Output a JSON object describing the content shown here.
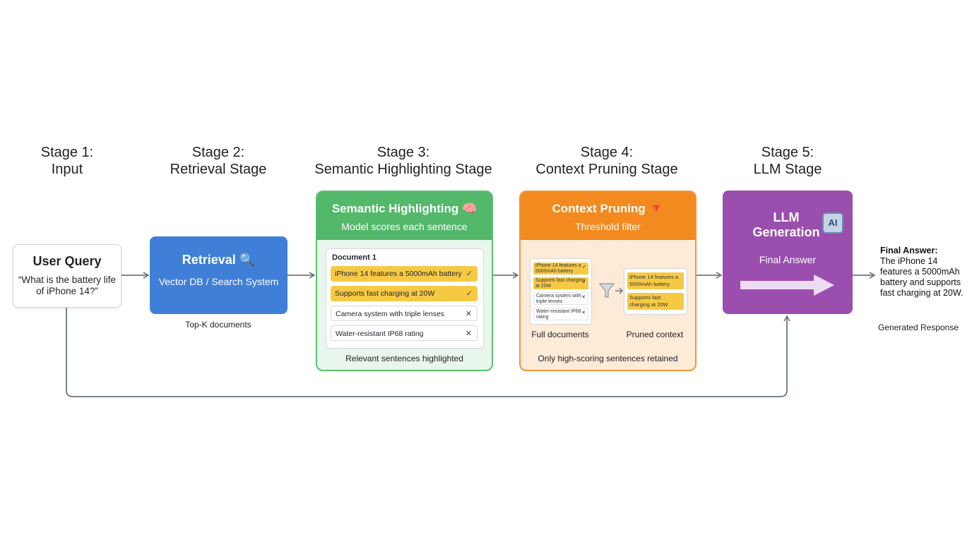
{
  "stages": [
    {
      "label": "Stage 1:",
      "name": "Input"
    },
    {
      "label": "Stage 2:",
      "name": "Retrieval Stage"
    },
    {
      "label": "Stage 3:",
      "name": "Semantic Highlighting Stage"
    },
    {
      "label": "Stage 4:",
      "name": "Context Pruning Stage"
    },
    {
      "label": "Stage 5:",
      "name": "LLM Stage"
    }
  ],
  "input": {
    "title": "User Query",
    "query": "“What is the battery life of iPhone 14?”"
  },
  "retrieval": {
    "title": "Retrieval 🔍",
    "subtitle": "Vector DB / Search System",
    "caption": "Top-K documents"
  },
  "semantic": {
    "title": "Semantic Highlighting 🧠",
    "subtitle": "Model scores each sentence",
    "doc_label": "Document 1",
    "sentences": [
      {
        "text": "iPhone 14 features a 5000mAh battery",
        "mark": "✓"
      },
      {
        "text": "Supports fast charging at 20W",
        "mark": "✓"
      },
      {
        "text": "Camera system with triple lenses",
        "mark": "✕"
      },
      {
        "text": "Water-resistant IP68 rating",
        "mark": "✕"
      }
    ],
    "caption": "Relevant sentences highlighted"
  },
  "pruning": {
    "title": "Context Pruning 🔻",
    "subtitle": "Threshold filter",
    "full_doc_lines": [
      {
        "text": "iPhone 14 features a 5000mAh battery",
        "mark": "✓"
      },
      {
        "text": "Supports fast charging at 20W",
        "mark": "✓"
      },
      {
        "text": "Camera system with triple lenses",
        "mark": "✕"
      },
      {
        "text": "Water-resistant IP68 rating",
        "mark": "✕"
      }
    ],
    "pruned_lines": [
      "iPhone 14 features a 5000mAh battery",
      "Supports fast charging at 20W"
    ],
    "full_label": "Full documents",
    "pruned_label": "Pruned context",
    "caption": "Only high-scoring sentences retained"
  },
  "llm": {
    "title": "LLM Generation",
    "chip": "AI",
    "subtitle": "Final Answer"
  },
  "final": {
    "heading": "Final Answer:",
    "text": "The iPhone 14 features a 5000mAh battery and supports fast charging at 20W.",
    "caption": "Generated Response"
  },
  "colors": {
    "retrieval": "#3f7fd8",
    "semantic": "#53b86a",
    "pruning": "#f28a1f",
    "llm": "#9a4fae",
    "highlight": "#f6c945",
    "connector": "#6b7480"
  }
}
